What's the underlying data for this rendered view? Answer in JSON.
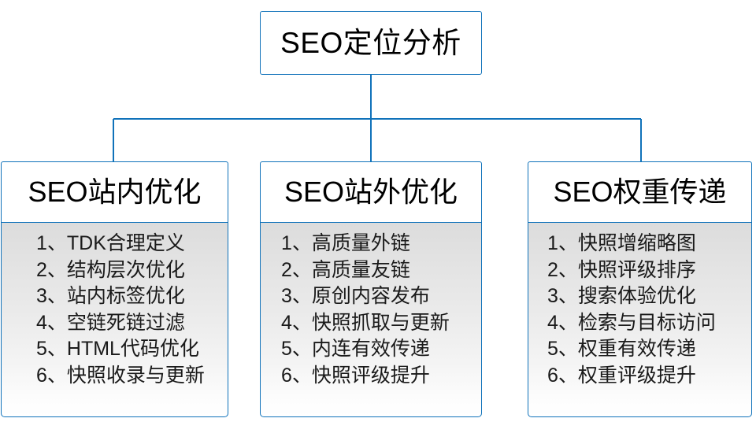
{
  "diagram": {
    "type": "organization-tree",
    "accent_color": "#1072BA",
    "text_color": "#000000",
    "background_color": "#FFFFFF",
    "root": {
      "label": "SEO定位分析"
    },
    "branches": [
      {
        "header": "SEO站内优化",
        "items": [
          "1、TDK合理定义",
          "2、结构层次优化",
          "3、站内标签优化",
          "4、空链死链过滤",
          "5、HTML代码优化",
          "6、快照收录与更新"
        ]
      },
      {
        "header": "SEO站外优化",
        "items": [
          "1、高质量外链",
          "2、高质量友链",
          "3、原创内容发布",
          "4、快照抓取与更新",
          "5、内连有效传递",
          "6、快照评级提升"
        ]
      },
      {
        "header": "SEO权重传递",
        "items": [
          "1、快照增缩略图",
          "2、快照评级排序",
          "3、搜索体验优化",
          "4、检索与目标访问",
          "5、权重有效传递",
          "6、权重评级提升"
        ]
      }
    ]
  }
}
